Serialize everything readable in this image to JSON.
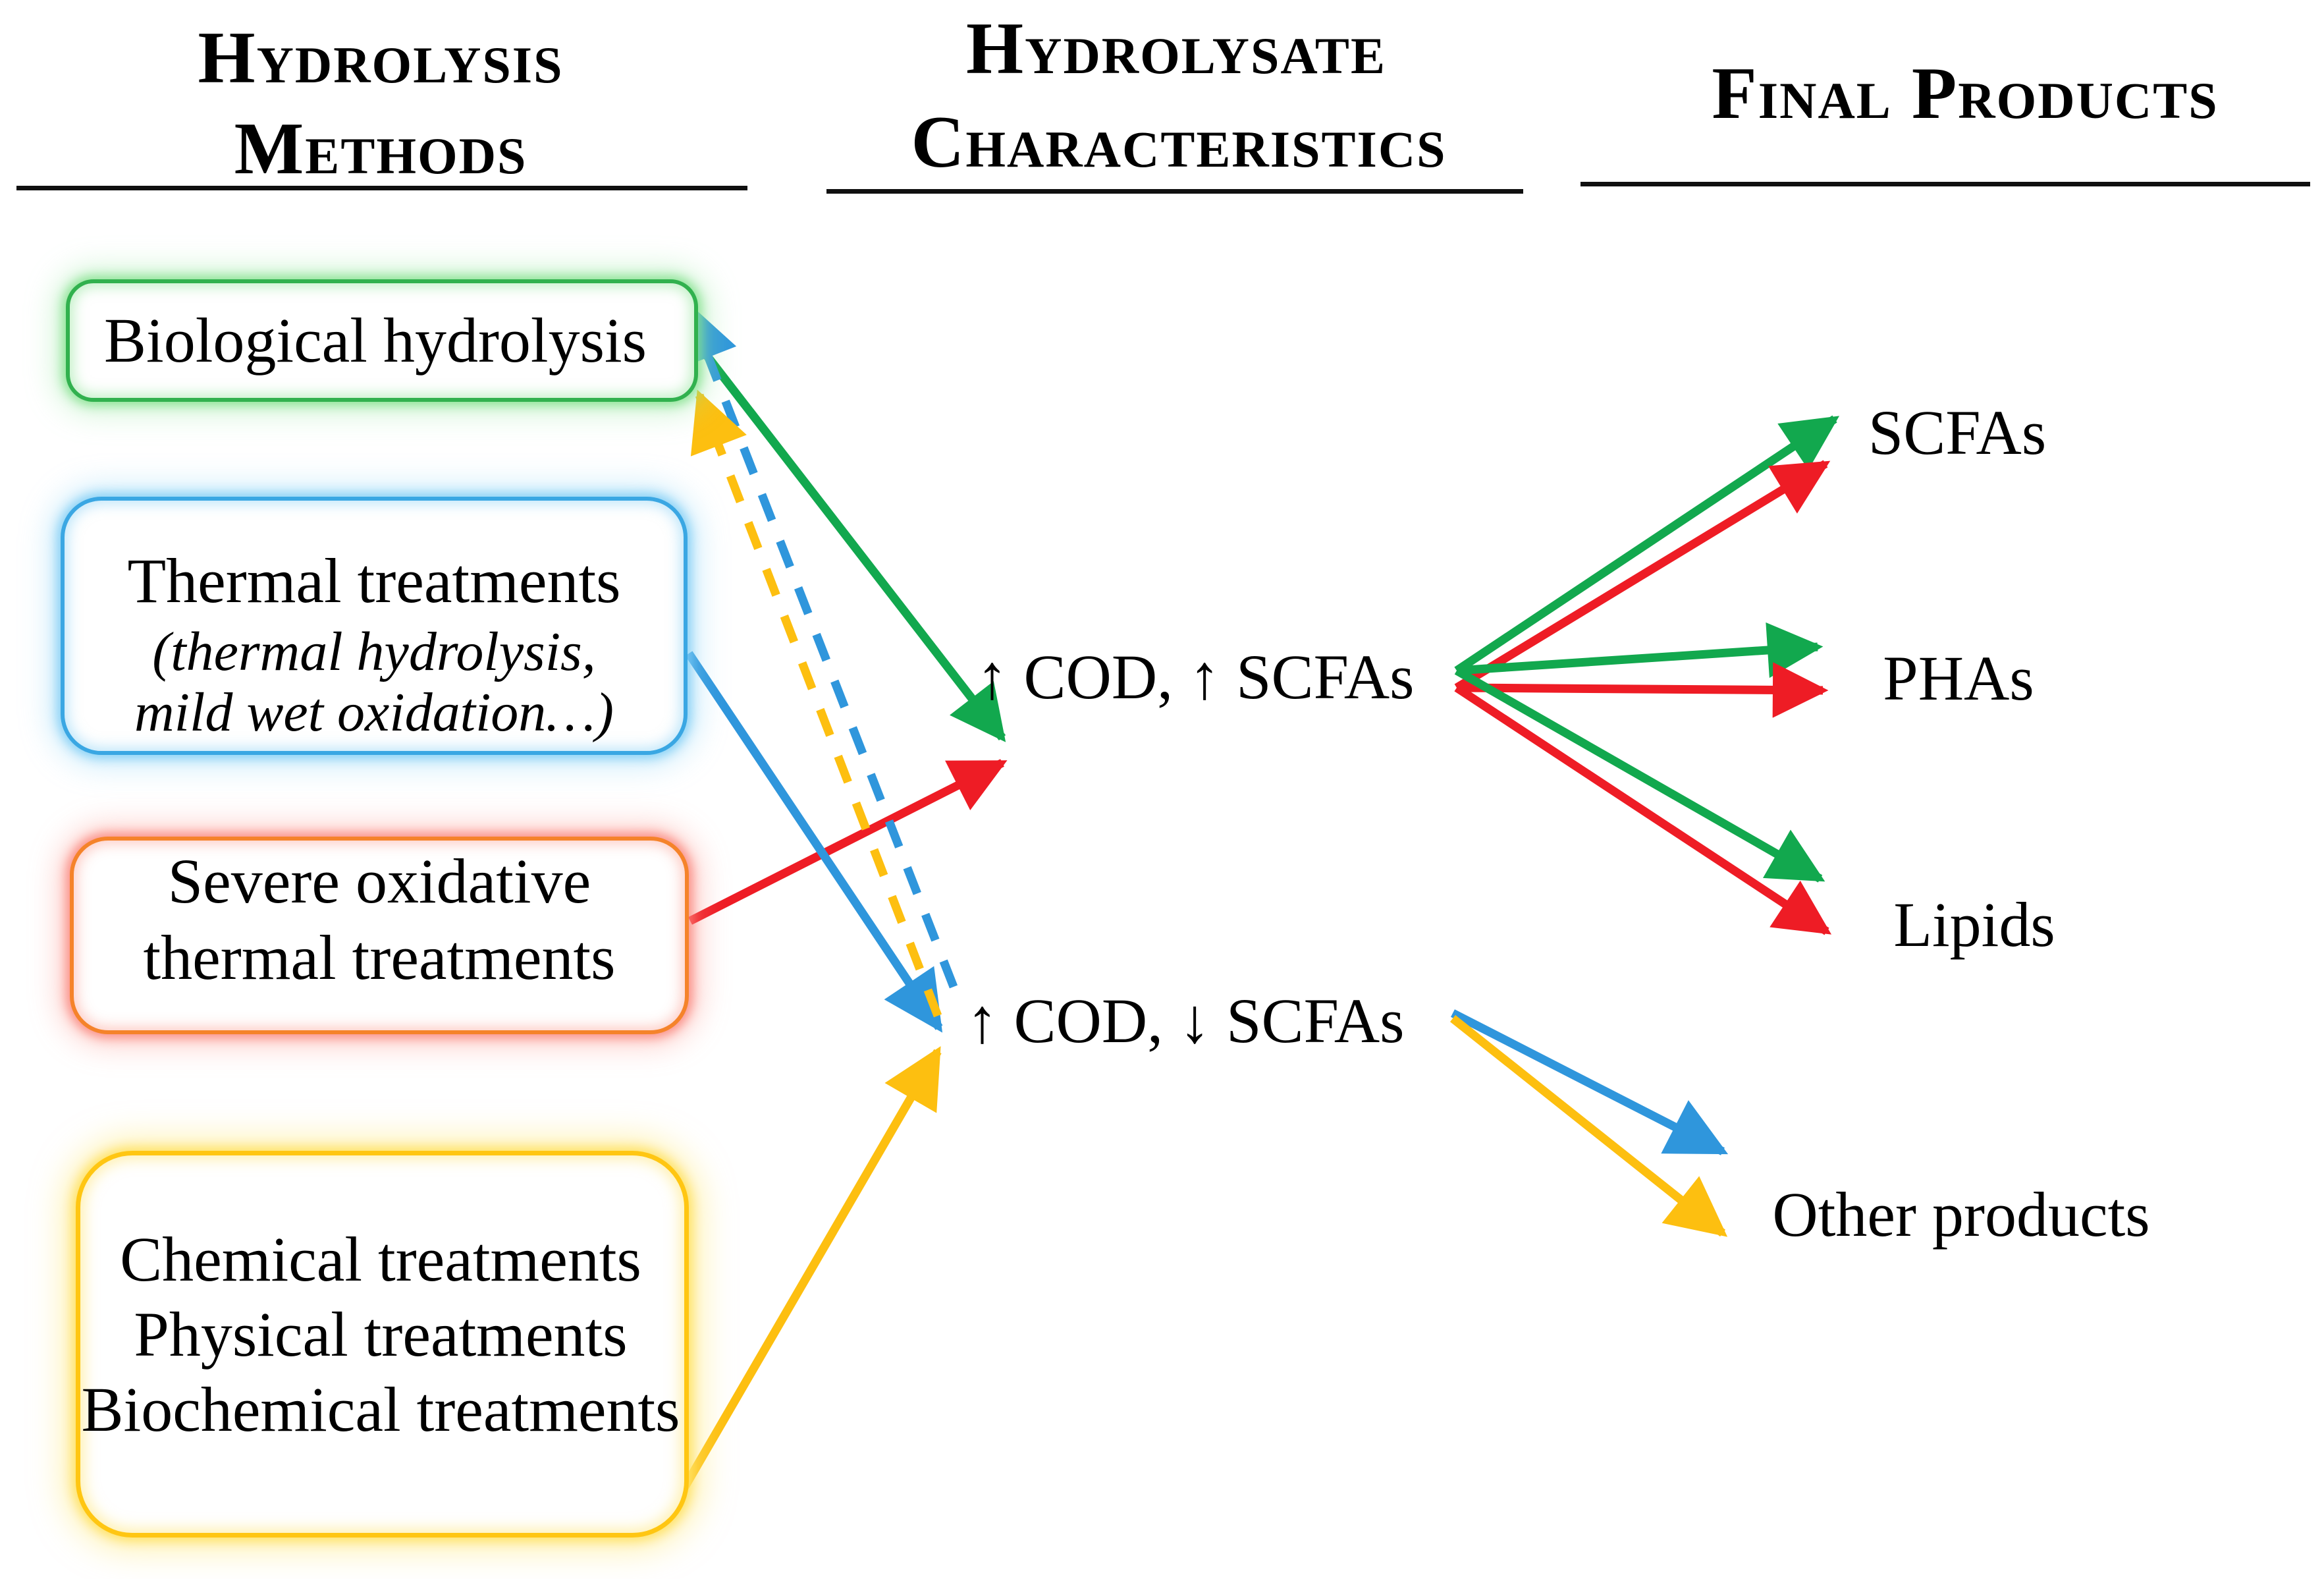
{
  "headers": {
    "col1": [
      "Hydrolysis",
      "Methods"
    ],
    "col2": [
      "Hydrolysate",
      "Characteristics"
    ],
    "col3": [
      "Final Products"
    ]
  },
  "methods": [
    {
      "id": "biological-hydrolysis",
      "label": "Biological hydrolysis"
    },
    {
      "id": "thermal-treatments",
      "label": "Thermal treatments",
      "sub": [
        "(thermal hydrolysis,",
        "mild wet oxidation…)"
      ]
    },
    {
      "id": "severe-oxidative-thermal-treatments",
      "label": [
        "Severe oxidative",
        "thermal treatments"
      ]
    },
    {
      "id": "chemical-physical-biochemical-treatments",
      "label": [
        "Chemical treatments",
        "Physical treatments",
        "Biochemical treatments"
      ]
    }
  ],
  "characteristics": [
    {
      "id": "cod-up-scfas-up",
      "label": "↑ COD, ↑ SCFAs"
    },
    {
      "id": "cod-up-scfas-down",
      "label": "↑ COD, ↓ SCFAs"
    }
  ],
  "products": [
    {
      "id": "scfas",
      "label": "SCFAs"
    },
    {
      "id": "phas",
      "label": "PHAs"
    },
    {
      "id": "lipids",
      "label": "Lipids"
    },
    {
      "id": "other-products",
      "label": "Other products"
    }
  ],
  "colors": {
    "green": "#12a84e",
    "red": "#ee1c25",
    "blue": "#2f96dc",
    "yellow": "#fdbf10",
    "green_box_border": "#31b14e",
    "blue_box_border": "#3aa7e3",
    "red_box_border": "#f5832a",
    "yellow_box_border": "#ffc612"
  },
  "flows": [
    {
      "from": "biological-hydrolysis",
      "to": "cod-up-scfas-up",
      "color": "green",
      "style": "solid"
    },
    {
      "from": "severe-oxidative-thermal-treatments",
      "to": "cod-up-scfas-up",
      "color": "red",
      "style": "solid"
    },
    {
      "from": "thermal-treatments",
      "to": "cod-up-scfas-down",
      "color": "blue",
      "style": "solid"
    },
    {
      "from": "chemical-physical-biochemical-treatments",
      "to": "cod-up-scfas-down",
      "color": "yellow",
      "style": "solid"
    },
    {
      "from": "cod-up-scfas-down",
      "to": "biological-hydrolysis",
      "color": "blue",
      "style": "dashed"
    },
    {
      "from": "cod-up-scfas-down",
      "to": "biological-hydrolysis",
      "color": "yellow",
      "style": "dashed"
    },
    {
      "from": "cod-up-scfas-up",
      "to": "scfas",
      "color": "green",
      "style": "solid"
    },
    {
      "from": "cod-up-scfas-up",
      "to": "scfas",
      "color": "red",
      "style": "solid"
    },
    {
      "from": "cod-up-scfas-up",
      "to": "phas",
      "color": "green",
      "style": "solid"
    },
    {
      "from": "cod-up-scfas-up",
      "to": "phas",
      "color": "red",
      "style": "solid"
    },
    {
      "from": "cod-up-scfas-up",
      "to": "lipids",
      "color": "green",
      "style": "solid"
    },
    {
      "from": "cod-up-scfas-up",
      "to": "lipids",
      "color": "red",
      "style": "solid"
    },
    {
      "from": "cod-up-scfas-down",
      "to": "other-products",
      "color": "blue",
      "style": "solid"
    },
    {
      "from": "cod-up-scfas-down",
      "to": "other-products",
      "color": "yellow",
      "style": "solid"
    }
  ]
}
